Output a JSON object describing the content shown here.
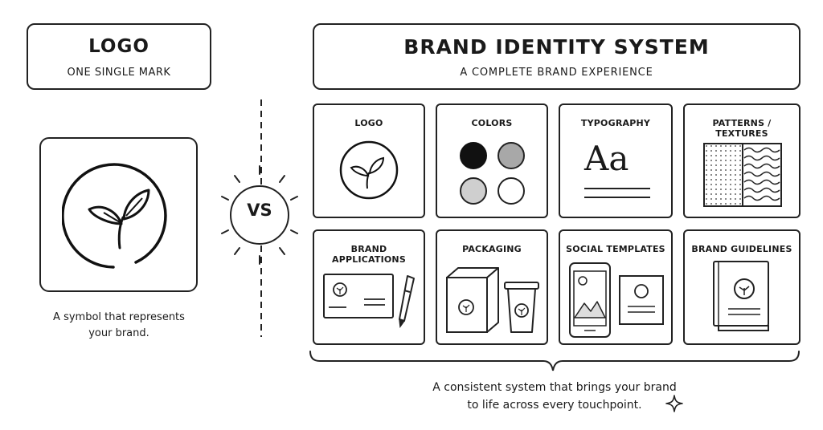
{
  "left_panel": {
    "title": "LOGO",
    "subtitle": "ONE SINGLE MARK",
    "caption_line1": "A symbol that represents",
    "caption_line2": "your brand."
  },
  "vs_label": "VS",
  "right_panel": {
    "title": "BRAND IDENTITY SYSTEM",
    "subtitle": "A COMPLETE BRAND EXPERIENCE",
    "tiles": [
      {
        "label": "LOGO"
      },
      {
        "label": "COLORS"
      },
      {
        "label": "TYPOGRAPHY"
      },
      {
        "label": "PATTERNS / TEXTURES"
      },
      {
        "label": "BRAND APPLICATIONS"
      },
      {
        "label": "PACKAGING"
      },
      {
        "label": "SOCIAL TEMPLATES"
      },
      {
        "label": "BRAND GUIDELINES"
      }
    ],
    "typography_sample": "Aa",
    "color_swatches": [
      "#111111",
      "#a8a8a8",
      "#cfcfcf",
      "#ffffff"
    ],
    "caption_line1": "A consistent system that brings your brand",
    "caption_line2": "to life across every touchpoint."
  }
}
